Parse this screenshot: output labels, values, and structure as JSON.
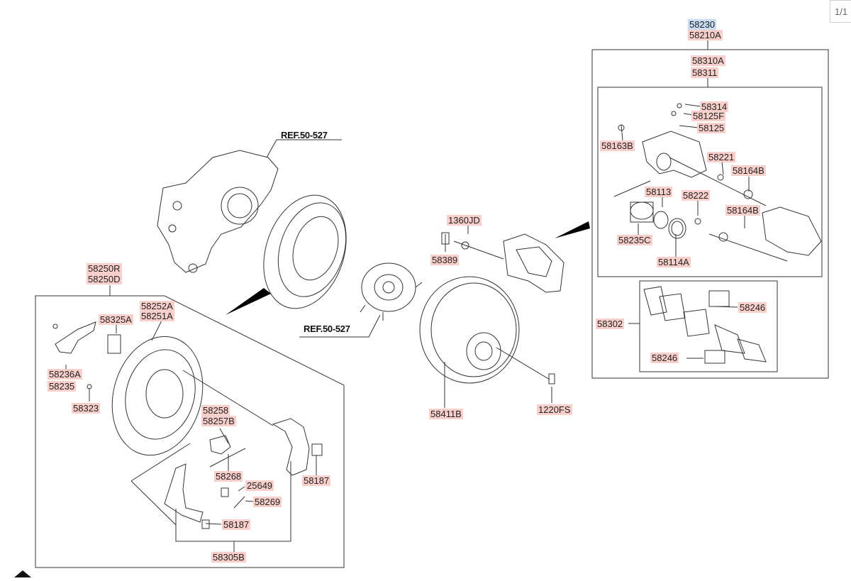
{
  "page_indicator": "1/1",
  "colors": {
    "label_bg": "#f8cfcb",
    "selected_bg": "#c8dcf4",
    "line": "#333333"
  },
  "refs": {
    "ref_upper": "REF.50-527",
    "ref_lower": "REF.50-527"
  },
  "parts": {
    "p58230": "58230",
    "p58210A": "58210A",
    "p58310A": "58310A",
    "p58311": "58311",
    "p58314": "58314",
    "p58125F": "58125F",
    "p58125": "58125",
    "p58163B": "58163B",
    "p58221": "58221",
    "p58164B_a": "58164B",
    "p58113": "58113",
    "p58222": "58222",
    "p58164B_b": "58164B",
    "p58235C": "58235C",
    "p58114A": "58114A",
    "p58302": "58302",
    "p58246_a": "58246",
    "p58246_b": "58246",
    "p1360JD": "1360JD",
    "p58389": "58389",
    "p58411B": "58411B",
    "p1220FS": "1220FS",
    "p58250R": "58250R",
    "p58250D": "58250D",
    "p58252A": "58252A",
    "p58251A": "58251A",
    "p58325A": "58325A",
    "p58236A": "58236A",
    "p58235": "58235",
    "p58323": "58323",
    "p58258": "58258",
    "p58257B": "58257B",
    "p58268": "58268",
    "p25649": "25649",
    "p58269": "58269",
    "p58187_a": "58187",
    "p58187_b": "58187",
    "p58305B": "58305B"
  }
}
